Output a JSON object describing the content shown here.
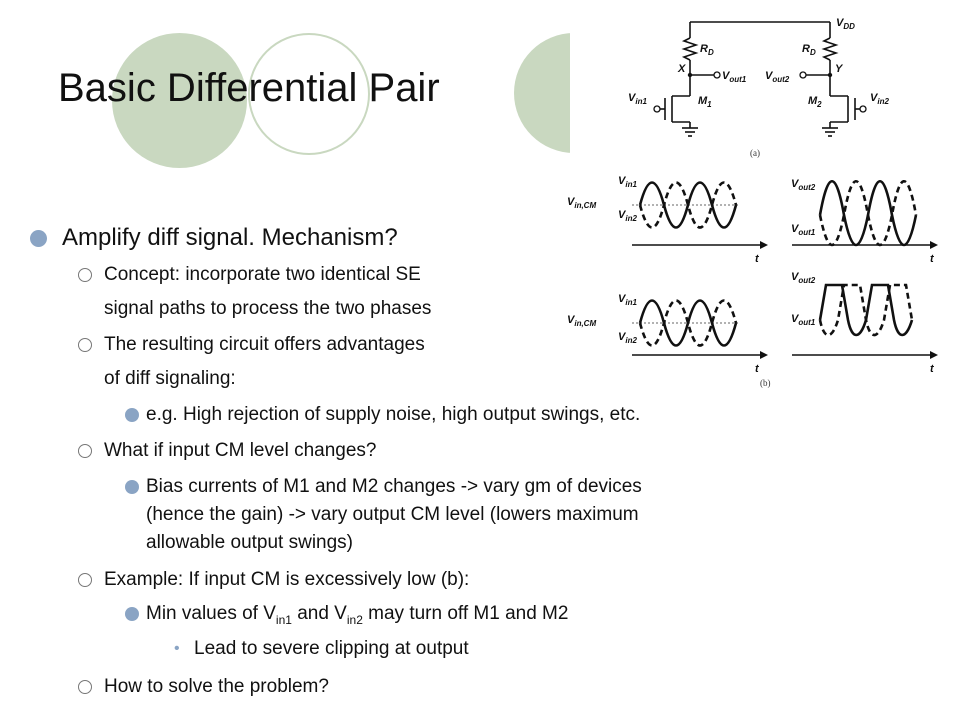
{
  "slide": {
    "title": "Basic Differential Pair",
    "bullets": {
      "b1": "Amplify diff signal. Mechanism?",
      "b1a_line1": "Concept: incorporate two identical SE",
      "b1a_line2": "signal paths to process the two phases",
      "b1b_line1": "The resulting circuit offers advantages",
      "b1b_line2": "of diff signaling:",
      "b1b_i": "e.g. High rejection of supply noise, high output swings, etc.",
      "b1c": "What if input CM level changes?",
      "b1c_i_line1": "Bias currents of M1 and M2 changes -> vary gm of devices",
      "b1c_i_line2": "(hence the gain) -> vary output CM level (lowers maximum",
      "b1c_i_line3": "allowable output swings)",
      "b1d": "Example: If input CM is excessively low (b):",
      "b1d_i_pre": "Min values of V",
      "b1d_i_sub1": "in1",
      "b1d_i_mid": " and V",
      "b1d_i_sub2": "in2",
      "b1d_i_post": " may turn off M1 and M2",
      "b1d_i_a": "Lead to severe clipping at output",
      "b1e": "How to solve the problem?"
    }
  },
  "figure": {
    "vdd": "V",
    "vdd_sub": "DD",
    "rd1": "R",
    "rd1_sub": "D",
    "rd2": "R",
    "rd2_sub": "D",
    "x": "X",
    "y": "Y",
    "vout1": "V",
    "vout1_sub": "out1",
    "vout2": "V",
    "vout2_sub": "out2",
    "vin1": "V",
    "vin1_sub": "in1",
    "vin2": "V",
    "vin2_sub": "in2",
    "m1": "M",
    "m1_sub": "1",
    "m2": "M",
    "m2_sub": "2",
    "cap_a": "(a)",
    "cap_b": "(b)",
    "t": "t",
    "w_vin1": "V",
    "w_vin1_sub": "in1",
    "w_vincm": "V",
    "w_vincm_sub": "in,CM",
    "w_vin2": "V",
    "w_vin2_sub": "in2",
    "w_vout2": "V",
    "w_vout2_sub": "out2",
    "w_vout1": "V",
    "w_vout1_sub": "out1"
  },
  "colors": {
    "accent": "#c9d8c0",
    "bullet": "#8aa4c4"
  }
}
